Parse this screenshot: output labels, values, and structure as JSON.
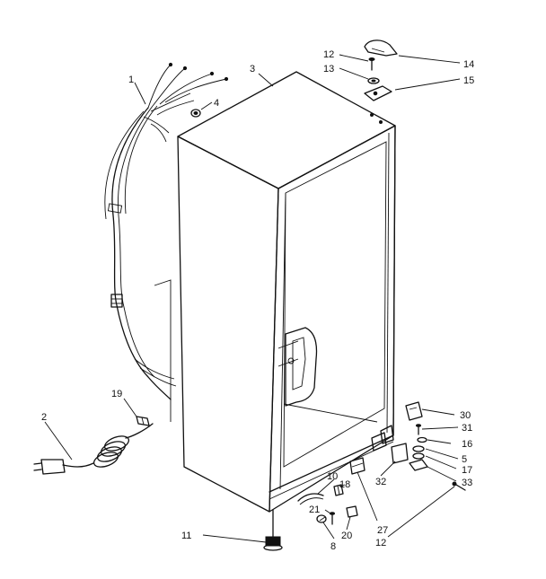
{
  "callouts": {
    "c1": "1",
    "c2": "2",
    "c3": "3",
    "c4": "4",
    "c5": "5",
    "c8": "8",
    "c10": "10",
    "c11": "11",
    "c12a": "12",
    "c12b": "12",
    "c13": "13",
    "c14": "14",
    "c15": "15",
    "c16": "16",
    "c17": "17",
    "c18": "18",
    "c19": "19",
    "c20": "20",
    "c21": "21",
    "c27": "27",
    "c30": "30",
    "c31": "31",
    "c32": "32",
    "c33": "33"
  }
}
